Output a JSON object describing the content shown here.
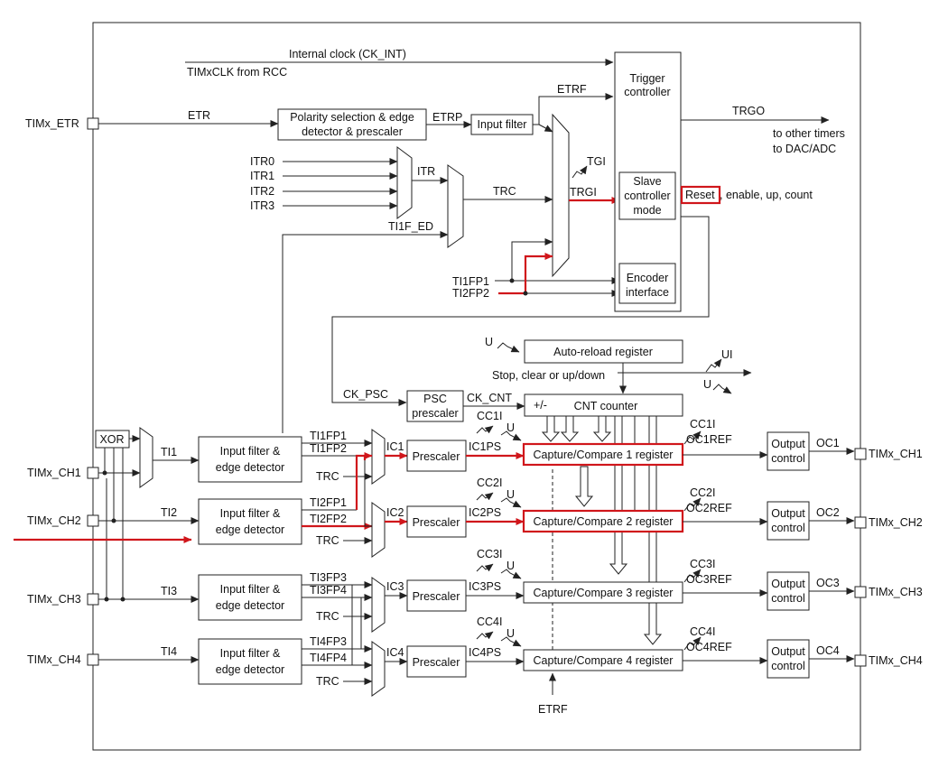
{
  "labels": {
    "ck_int": "Internal clock (CK_INT)",
    "timxclk": "TIMxCLK from RCC",
    "etr": "ETR",
    "etrp": "ETRP",
    "etrf_top": "ETRF",
    "trgo": "TRGO",
    "to_other_1": "to other timers",
    "to_other_2": "to DAC/ADC",
    "itr": "ITR",
    "trc_top": "TRC",
    "tgi": "TGI",
    "trgi": "TRGI",
    "ti1f_ed": "TI1F_ED",
    "ti1fp1": "TI1FP1",
    "ti2fp2": "TI2FP2",
    "reset": "Reset",
    "reset_rest": ", enable, up, count",
    "u_in": "U",
    "stop": "Stop, clear or up/down",
    "ui": "UI",
    "u_out": "U",
    "ck_psc": "CK_PSC",
    "ck_cnt": "CK_CNT",
    "plusminus": "+/-",
    "etrf_bottom": "ETRF"
  },
  "blocks": {
    "polarity_1": "Polarity selection & edge",
    "polarity_2": "detector & prescaler",
    "input_filter": "Input filter",
    "trigger_1": "Trigger",
    "trigger_2": "controller",
    "slave_1": "Slave",
    "slave_2": "controller",
    "slave_3": "mode",
    "encoder_1": "Encoder",
    "encoder_2": "interface",
    "auto_reload": "Auto-reload register",
    "psc_1": "PSC",
    "psc_2": "prescaler",
    "cnt": "CNT counter",
    "xor": "XOR"
  },
  "itr_inputs": [
    "ITR0",
    "ITR1",
    "ITR2",
    "ITR3"
  ],
  "pins": {
    "etr": "TIMx_ETR",
    "in": [
      "TIMx_CH1",
      "TIMx_CH2",
      "TIMx_CH3",
      "TIMx_CH4"
    ],
    "out": [
      "TIMx_CH1",
      "TIMx_CH2",
      "TIMx_CH3",
      "TIMx_CH4"
    ]
  },
  "channels": [
    {
      "ti": "TI1",
      "filter_1": "Input filter &",
      "filter_2": "edge detector",
      "fp_a": "TI1FP1",
      "fp_b": "TI1FP2",
      "trc": "TRC",
      "ic": "IC1",
      "prescaler": "Prescaler",
      "ps": "IC1PS",
      "cci": "CC1I",
      "u": "U",
      "reg": "Capture/Compare 1 register",
      "cci_out": "CC1I",
      "ocref": "OC1REF",
      "out_1": "Output",
      "out_2": "control",
      "oc": "OC1"
    },
    {
      "ti": "TI2",
      "filter_1": "Input filter &",
      "filter_2": "edge detector",
      "fp_a": "TI2FP1",
      "fp_b": "TI2FP2",
      "trc": "TRC",
      "ic": "IC2",
      "prescaler": "Prescaler",
      "ps": "IC2PS",
      "cci": "CC2I",
      "u": "U",
      "reg": "Capture/Compare 2 register",
      "cci_out": "CC2I",
      "ocref": "OC2REF",
      "out_1": "Output",
      "out_2": "control",
      "oc": "OC2"
    },
    {
      "ti": "TI3",
      "filter_1": "Input filter &",
      "filter_2": "edge detector",
      "fp_a": "TI3FP3",
      "fp_b": "TI3FP4",
      "trc": "TRC",
      "ic": "IC3",
      "prescaler": "Prescaler",
      "ps": "IC3PS",
      "cci": "CC3I",
      "u": "U",
      "reg": "Capture/Compare 3 register",
      "cci_out": "CC3I",
      "ocref": "OC3REF",
      "out_1": "Output",
      "out_2": "control",
      "oc": "OC3"
    },
    {
      "ti": "TI4",
      "filter_1": "Input filter &",
      "filter_2": "edge detector",
      "fp_a": "TI4FP3",
      "fp_b": "TI4FP4",
      "trc": "TRC",
      "ic": "IC4",
      "prescaler": "Prescaler",
      "ps": "IC4PS",
      "cci": "CC4I",
      "u": "U",
      "reg": "Capture/Compare 4 register",
      "cci_out": "CC4I",
      "ocref": "OC4REF",
      "out_1": "Output",
      "out_2": "control",
      "oc": "OC4"
    }
  ],
  "colors": {
    "highlight": "#d0161b",
    "line": "#222222"
  }
}
